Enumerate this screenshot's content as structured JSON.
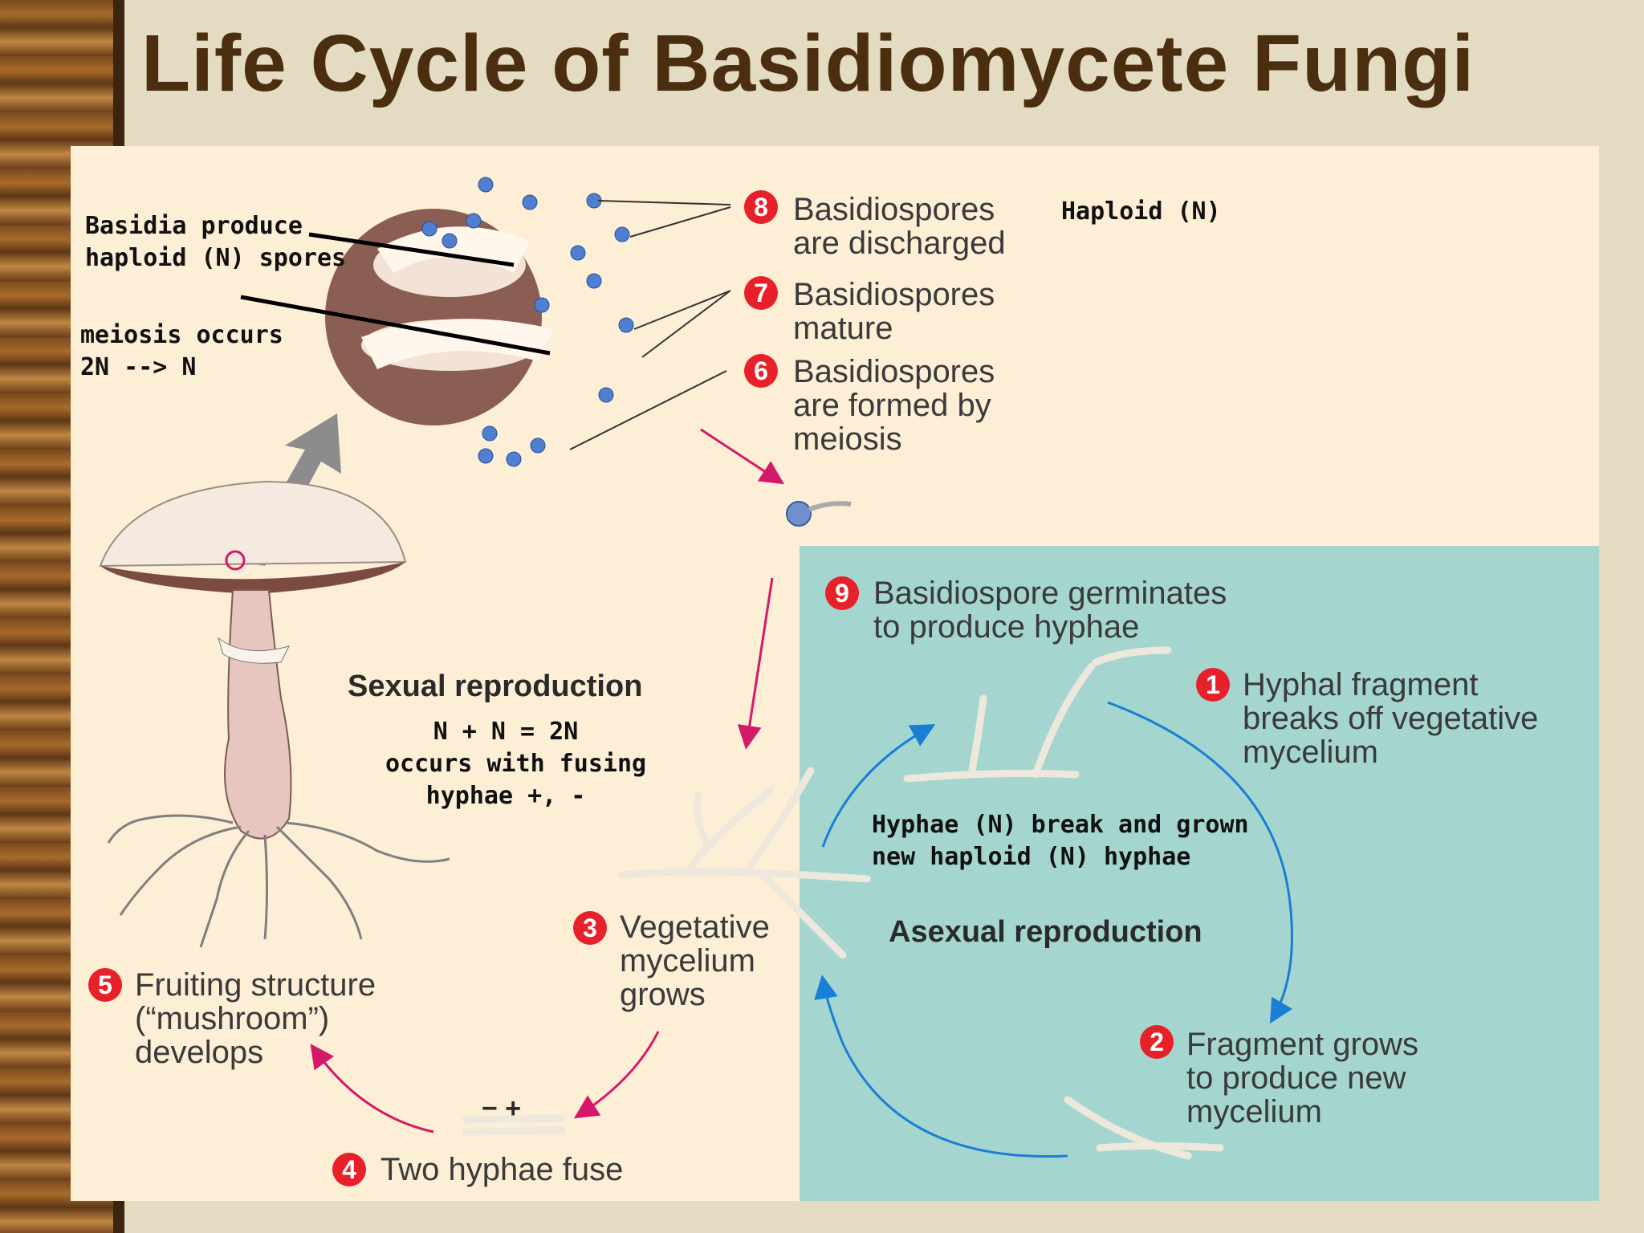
{
  "title": "Life Cycle of Basidiomycete Fungi",
  "annotations": {
    "basidia": [
      "Basidia produce",
      "haploid (N) spores"
    ],
    "meiosis": [
      "meiosis occurs",
      "2N --> N"
    ],
    "haploid": "Haploid (N)",
    "fusion": [
      "N + N = 2N",
      "occurs with fusing",
      "hyphae +, -"
    ],
    "asexual_note": [
      "Hyphae (N) break and grown",
      "new haploid (N) hyphae"
    ]
  },
  "sections": {
    "sexual": "Sexual reproduction",
    "asexual": "Asexual reproduction"
  },
  "steps": [
    {
      "num": "8",
      "lines": [
        "Basidiospores",
        "are discharged"
      ]
    },
    {
      "num": "7",
      "lines": [
        "Basidiospores",
        "mature"
      ]
    },
    {
      "num": "6",
      "lines": [
        "Basidiospores",
        "are formed by",
        "meiosis"
      ]
    },
    {
      "num": "9",
      "lines": [
        "Basidiospore germinates",
        "to produce hyphae"
      ]
    },
    {
      "num": "1",
      "lines": [
        "Hyphal fragment",
        "breaks off vegetative",
        "mycelium"
      ]
    },
    {
      "num": "2",
      "lines": [
        "Fragment grows",
        "to produce new",
        "mycelium"
      ]
    },
    {
      "num": "3",
      "lines": [
        "Vegetative",
        "mycelium",
        "grows"
      ]
    },
    {
      "num": "5",
      "lines": [
        "Fruiting structure",
        "(“mushroom”)",
        "develops"
      ]
    },
    {
      "num": "4",
      "lines": [
        "Two hyphae fuse"
      ]
    }
  ],
  "fusion_signs": "− +",
  "colors": {
    "sexual_arrow": "#d4186a",
    "asexual_arrow": "#1a7fd4",
    "badge": "#e8202a"
  }
}
